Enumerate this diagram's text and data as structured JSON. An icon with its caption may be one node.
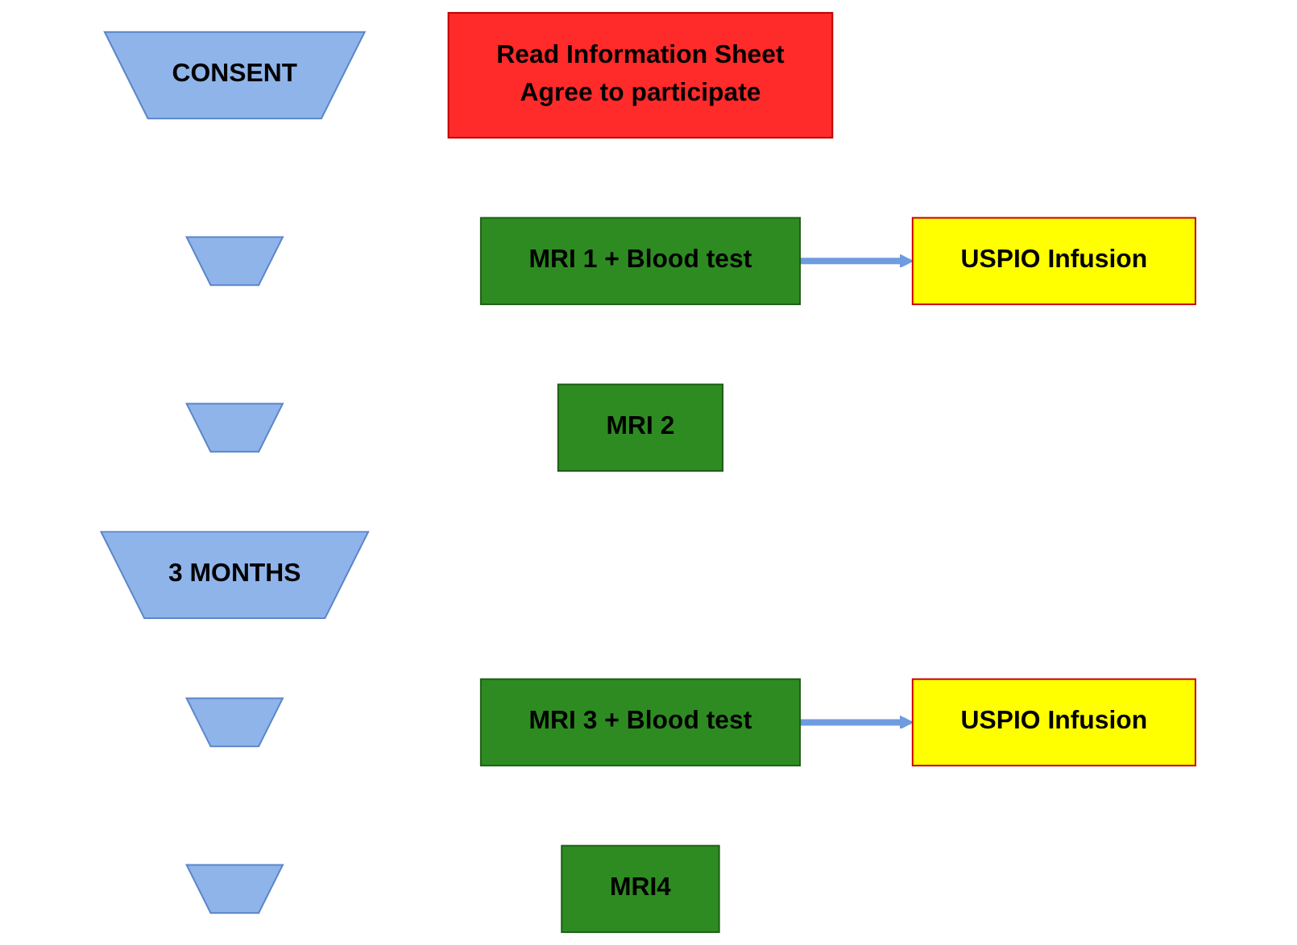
{
  "diagram": {
    "nodes": [
      {
        "text": [
          "CONSENT"
        ]
      },
      {
        "text": [
          "Read Information Sheet",
          "Agree to participate"
        ]
      },
      {
        "text": [],
        "shape": "chevron"
      },
      {
        "text": [
          "MRI 1 + Blood test"
        ]
      },
      {
        "text": [
          "USPIO Infusion"
        ]
      },
      {
        "text": [],
        "shape": "chevron"
      },
      {
        "text": [
          "MRI 2"
        ]
      },
      {
        "text": [
          "3 MONTHS"
        ]
      },
      {
        "text": [],
        "shape": "chevron"
      },
      {
        "text": [
          "MRI 3 + Blood test"
        ]
      },
      {
        "text": [
          "USPIO Infusion"
        ]
      },
      {
        "text": [],
        "shape": "chevron"
      },
      {
        "text": [
          "MRI4"
        ]
      }
    ],
    "edges": [
      {
        "from": 3,
        "to": 4,
        "arrow": "to"
      },
      {
        "from": 9,
        "to": 10,
        "arrow": "to"
      }
    ]
  }
}
